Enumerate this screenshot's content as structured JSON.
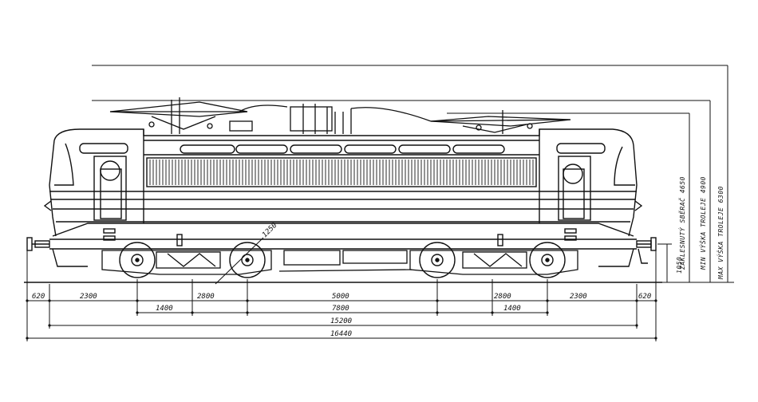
{
  "dimensions": {
    "horizontal": {
      "overhang_left": "620",
      "axle_to_bogie_left": "2300",
      "bogie_wheelbase_left": "1400",
      "bogie_centre_left": "2800",
      "bogie_centre_right": "2800",
      "middle": "5000",
      "bogie_wheelbase_right": "1400",
      "axle_to_bogie_right": "2300",
      "overhang_right": "620",
      "bogie_pivot_distance": "7800",
      "length_over_body": "15200",
      "length_over_buffers": "16440"
    },
    "vertical": {
      "buffer_height": "1050",
      "pantograph_lowered": "ZAKLESNUTÝ SBĚRAČ 4650",
      "min_wire_height": "MIN VÝŠKA TROLEJE 4900",
      "max_wire_height": "MAX VÝŠKA TROLEJE 6300"
    },
    "wheel_diameter": "1250"
  }
}
